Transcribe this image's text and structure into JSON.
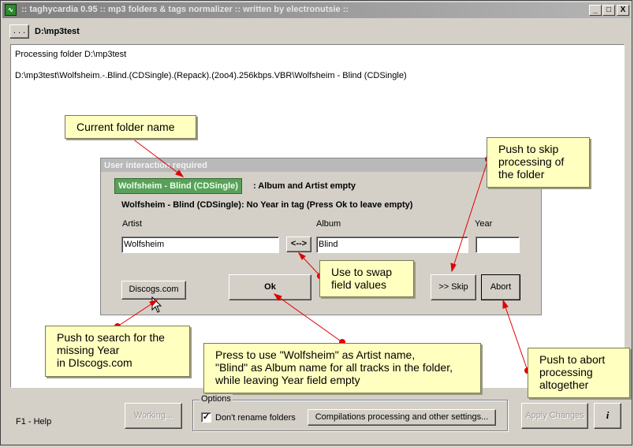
{
  "window": {
    "title": ":: taghycardia 0.95 :: mp3 folders & tags normalizer :: written by electronutsie ::",
    "minimize": "_",
    "maximize": "□",
    "close": "X"
  },
  "toolbar": {
    "browse_label": ". . .",
    "path": "D:\\mp3test"
  },
  "log": {
    "line1": "Processing folder D:\\mp3test",
    "line2": "D:\\mp3test\\Wolfsheim.-.Blind.(CDSingle).(Repack).(2oo4).256kbps.VBR\\Wolfsheim - Blind (CDSingle)"
  },
  "dialog": {
    "title": "User interaction required",
    "folder_name": "Wolfsheim - Blind (CDSingle)",
    "folder_suffix": ": Album and Artist empty",
    "year_message": "Wolfsheim - Blind (CDSingle): No Year in tag (Press Ok to leave empty)",
    "artist_label": "Artist",
    "album_label": "Album",
    "year_label": "Year",
    "artist_value": "Wolfsheim",
    "album_value": "Blind",
    "year_value": "",
    "swap_label": "<-->",
    "discogs_label": "Discogs.com",
    "ok_label": "Ok",
    "skip_label": ">> Skip",
    "abort_label": "Abort"
  },
  "callouts": {
    "folder": "Current folder name",
    "skip_1": "Push to skip",
    "skip_2": "processing of",
    "skip_3": "the folder",
    "swap_1": "Use to swap",
    "swap_2": "field values",
    "discogs_1": "Push to search for the",
    "discogs_2": "missing Year",
    "discogs_3": "in DIscogs.com",
    "ok_1": "Press to use \"Wolfsheim\" as Artist name,",
    "ok_2": "\"Blind\" as Album name for all tracks in the folder,",
    "ok_3": "while leaving Year field empty",
    "abort_1": "Push to abort",
    "abort_2": "processing",
    "abort_3": "altogether"
  },
  "bottom": {
    "help": "F1 - Help",
    "working_label": "Working...",
    "options_label": "Options",
    "dont_rename_label": "Don't rename folders",
    "dont_rename_checked": "✓",
    "compilations_label": "Compilations processing and other settings...",
    "apply_label": "Apply Changes",
    "info_label": "i"
  },
  "colors": {
    "callout_bg": "#ffffc0",
    "arrow": "#e00000",
    "folder_badge": "#5aa05a"
  }
}
